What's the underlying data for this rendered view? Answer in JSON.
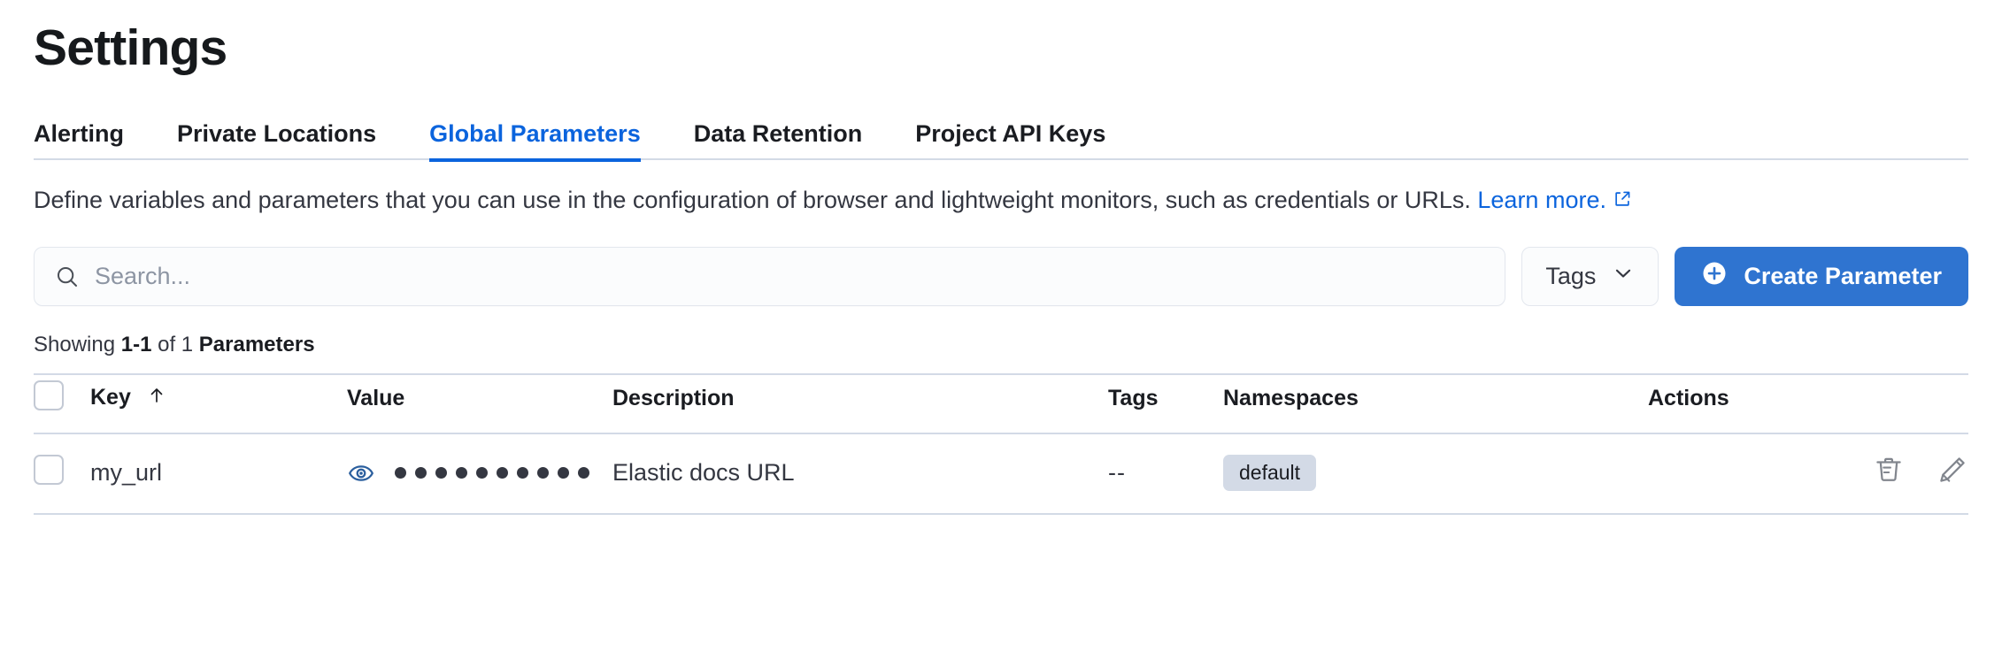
{
  "header": {
    "title": "Settings"
  },
  "tabs": [
    {
      "label": "Alerting",
      "active": false
    },
    {
      "label": "Private Locations",
      "active": false
    },
    {
      "label": "Global Parameters",
      "active": true
    },
    {
      "label": "Data Retention",
      "active": false
    },
    {
      "label": "Project API Keys",
      "active": false
    }
  ],
  "description": {
    "text": "Define variables and parameters that you can use in the configuration of browser and lightweight monitors, such as credentials or URLs.",
    "link_text": "Learn more.",
    "external_link_icon": "external-link-icon"
  },
  "controls": {
    "search": {
      "placeholder": "Search...",
      "value": "",
      "icon": "search-icon"
    },
    "tags_filter": {
      "label": "Tags",
      "icon": "chevron-down-icon"
    },
    "create_button": {
      "label": "Create Parameter",
      "icon": "plus-circle-icon"
    }
  },
  "results": {
    "prefix": "Showing",
    "range": "1-1",
    "middle": "of 1",
    "entity": "Parameters"
  },
  "table": {
    "columns": [
      {
        "key": "select",
        "label": ""
      },
      {
        "key": "key",
        "label": "Key",
        "sorted": "asc",
        "sort_icon": "arrow-up-icon"
      },
      {
        "key": "value",
        "label": "Value"
      },
      {
        "key": "description",
        "label": "Description"
      },
      {
        "key": "tags",
        "label": "Tags"
      },
      {
        "key": "namespaces",
        "label": "Namespaces"
      },
      {
        "key": "actions",
        "label": "Actions"
      }
    ],
    "rows": [
      {
        "selected": false,
        "key": "my_url",
        "value_masked": true,
        "value_mask_dots": 10,
        "value_reveal_icon": "eye-icon",
        "description": "Elastic docs URL",
        "tags": "--",
        "namespaces": [
          "default"
        ],
        "actions": [
          "trash-icon",
          "pencil-icon"
        ]
      }
    ]
  },
  "colors": {
    "accent_blue": "#0b64dd",
    "button_blue": "#2f74d0",
    "text_dark": "#1a1c21",
    "text_body": "#343741",
    "border": "#d3dae6",
    "badge_bg": "#d3dae6",
    "icon_gray": "#82868e",
    "eye_blue": "#2b5f9e"
  }
}
